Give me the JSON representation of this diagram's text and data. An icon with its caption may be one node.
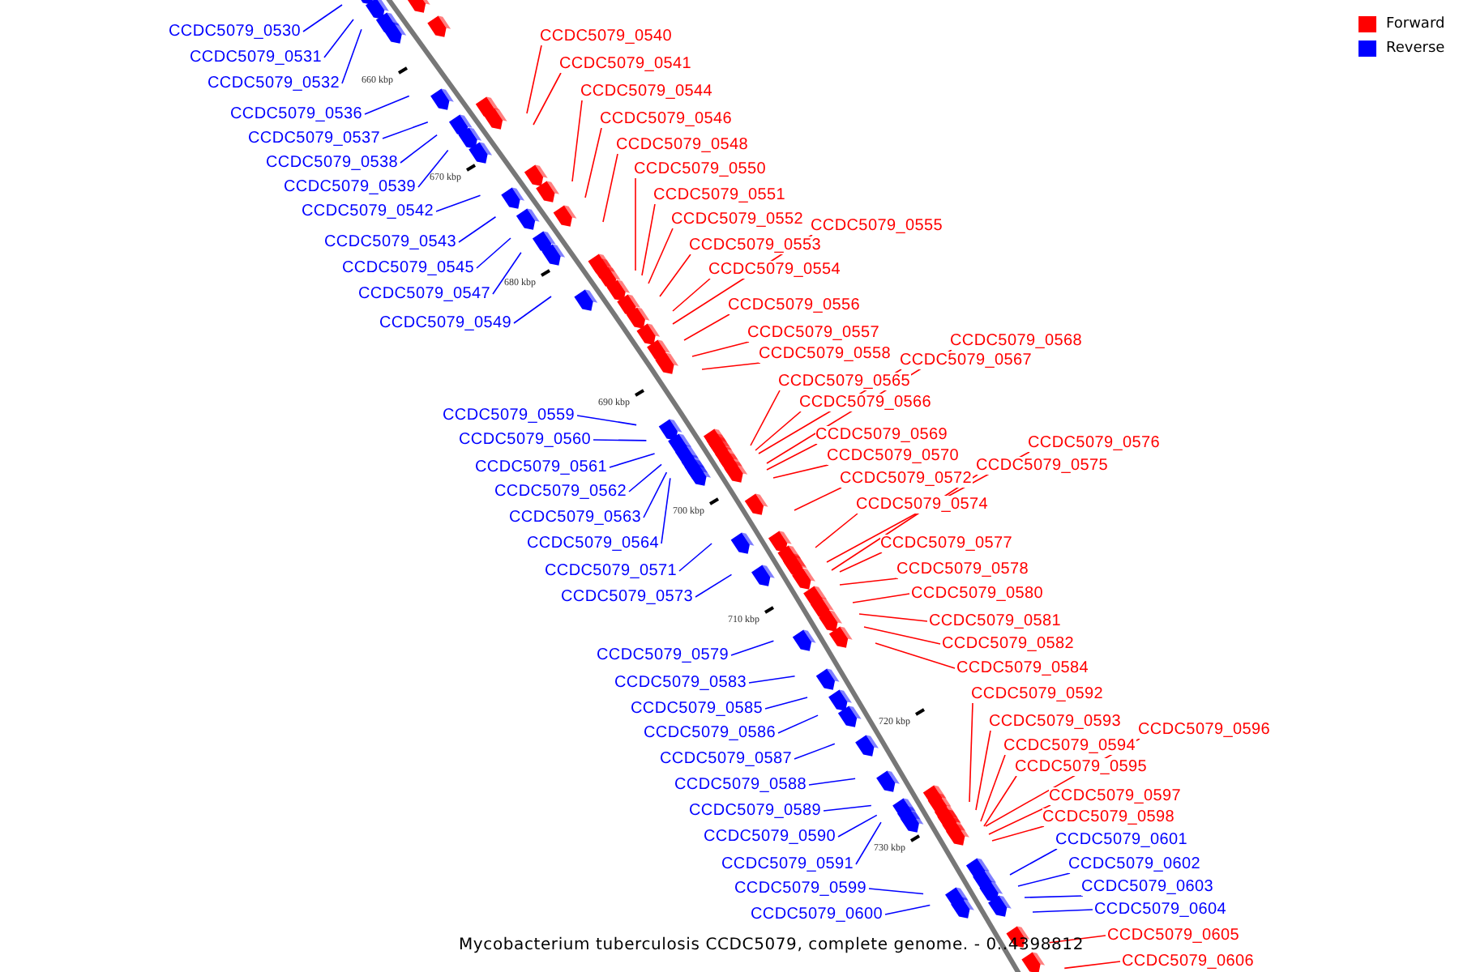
{
  "diagram": {
    "caption": "Mycobacterium tuberculosis CCDC5079, complete genome. - 0..4398812",
    "nodes": [
      {
        "text": [
          "CCDC5079_0530"
        ]
      },
      {
        "text": [
          "CCDC5079_0540"
        ]
      },
      {
        "text": [
          "CCDC5079_0531"
        ]
      },
      {
        "text": [
          "CCDC5079_0541"
        ]
      },
      {
        "text": [
          "CCDC5079_0532"
        ]
      },
      {
        "text": [
          "CCDC5079_0544"
        ]
      },
      {
        "text": [
          "CCDC5079_0536"
        ]
      },
      {
        "text": [
          "CCDC5079_0546"
        ]
      },
      {
        "text": [
          "CCDC5079_0537"
        ]
      },
      {
        "text": [
          "CCDC5079_0548"
        ]
      },
      {
        "text": [
          "CCDC5079_0538"
        ]
      },
      {
        "text": [
          "CCDC5079_0550"
        ]
      },
      {
        "text": [
          "CCDC5079_0539"
        ]
      },
      {
        "text": [
          "CCDC5079_0551"
        ]
      },
      {
        "text": [
          "CCDC5079_0542"
        ]
      },
      {
        "text": [
          "CCDC5079_0552"
        ]
      },
      {
        "text": [
          "CCDC5079_0555"
        ]
      },
      {
        "text": [
          "CCDC5079_0543"
        ]
      },
      {
        "text": [
          "CCDC5079_0553"
        ]
      },
      {
        "text": [
          "CCDC5079_0545"
        ]
      },
      {
        "text": [
          "CCDC5079_0554"
        ]
      },
      {
        "text": [
          "CCDC5079_0547"
        ]
      },
      {
        "text": [
          "CCDC5079_0556"
        ]
      },
      {
        "text": [
          "CCDC5079_0549"
        ]
      },
      {
        "text": [
          "CCDC5079_0557"
        ]
      },
      {
        "text": [
          "CCDC5079_0568"
        ]
      },
      {
        "text": [
          "CCDC5079_0558"
        ]
      },
      {
        "text": [
          "CCDC5079_0567"
        ]
      },
      {
        "text": [
          "CCDC5079_0565"
        ]
      },
      {
        "text": [
          "CCDC5079_0566"
        ]
      },
      {
        "text": [
          "CCDC5079_0559"
        ]
      },
      {
        "text": [
          "CCDC5079_0569"
        ]
      },
      {
        "text": [
          "CCDC5079_0560"
        ]
      },
      {
        "text": [
          "CCDC5079_0576"
        ]
      },
      {
        "text": [
          "CCDC5079_0570"
        ]
      },
      {
        "text": [
          "CCDC5079_0575"
        ]
      },
      {
        "text": [
          "CCDC5079_0561"
        ]
      },
      {
        "text": [
          "CCDC5079_0572"
        ]
      },
      {
        "text": [
          "CCDC5079_0562"
        ]
      },
      {
        "text": [
          "CCDC5079_0574"
        ]
      },
      {
        "text": [
          "CCDC5079_0563"
        ]
      },
      {
        "text": [
          "CCDC5079_0564"
        ]
      },
      {
        "text": [
          "CCDC5079_0577"
        ]
      },
      {
        "text": [
          "CCDC5079_0578"
        ]
      },
      {
        "text": [
          "CCDC5079_0571"
        ]
      },
      {
        "text": [
          "CCDC5079_0580"
        ]
      },
      {
        "text": [
          "CCDC5079_0573"
        ]
      },
      {
        "text": [
          "CCDC5079_0581"
        ]
      },
      {
        "text": [
          "CCDC5079_0582"
        ]
      },
      {
        "text": [
          "CCDC5079_0579"
        ]
      },
      {
        "text": [
          "CCDC5079_0584"
        ]
      },
      {
        "text": [
          "CCDC5079_0583"
        ]
      },
      {
        "text": [
          "CCDC5079_0592"
        ]
      },
      {
        "text": [
          "CCDC5079_0585"
        ]
      },
      {
        "text": [
          "CCDC5079_0593"
        ]
      },
      {
        "text": [
          "CCDC5079_0596"
        ]
      },
      {
        "text": [
          "CCDC5079_0586"
        ]
      },
      {
        "text": [
          "CCDC5079_0594"
        ]
      },
      {
        "text": [
          "CCDC5079_0587"
        ]
      },
      {
        "text": [
          "CCDC5079_0595"
        ]
      },
      {
        "text": [
          "CCDC5079_0588"
        ]
      },
      {
        "text": [
          "CCDC5079_0597"
        ]
      },
      {
        "text": [
          "CCDC5079_0589"
        ]
      },
      {
        "text": [
          "CCDC5079_0598"
        ]
      },
      {
        "text": [
          "CCDC5079_0590"
        ]
      },
      {
        "text": [
          "CCDC5079_0601"
        ]
      },
      {
        "text": [
          "CCDC5079_0591"
        ]
      },
      {
        "text": [
          "CCDC5079_0602"
        ]
      },
      {
        "text": [
          "CCDC5079_0603"
        ]
      },
      {
        "text": [
          "CCDC5079_0599"
        ]
      },
      {
        "text": [
          "CCDC5079_0604"
        ]
      },
      {
        "text": [
          "CCDC5079_0600"
        ]
      },
      {
        "text": [
          "CCDC5079_0605"
        ]
      },
      {
        "text": [
          "CCDC5079_0606"
        ]
      }
    ],
    "edges": [
      {
        "from": 0,
        "to": null,
        "arrow": "none",
        "color": "#0000ff"
      },
      {
        "from": 1,
        "to": null,
        "arrow": "none"
      },
      {
        "from": 2,
        "to": null,
        "arrow": "none",
        "color": "#0000ff"
      },
      {
        "from": 3,
        "to": null,
        "arrow": "none"
      },
      {
        "from": 4,
        "to": null,
        "arrow": "none",
        "color": "#0000ff"
      },
      {
        "from": 5,
        "to": null,
        "arrow": "none"
      },
      {
        "from": 6,
        "to": null,
        "arrow": "none",
        "color": "#0000ff"
      },
      {
        "from": 7,
        "to": null,
        "arrow": "none"
      },
      {
        "from": 8,
        "to": null,
        "arrow": "none",
        "color": "#0000ff"
      },
      {
        "from": 9,
        "to": null,
        "arrow": "none"
      },
      {
        "from": 10,
        "to": null,
        "arrow": "none",
        "color": "#0000ff"
      },
      {
        "from": 11,
        "to": null,
        "arrow": "none"
      },
      {
        "from": 12,
        "to": null,
        "arrow": "none",
        "color": "#0000ff"
      },
      {
        "from": 13,
        "to": null,
        "arrow": "none"
      },
      {
        "from": 14,
        "to": null,
        "arrow": "none",
        "color": "#0000ff"
      },
      {
        "from": 15,
        "to": null,
        "arrow": "none"
      },
      {
        "from": 16,
        "to": null,
        "arrow": "none"
      },
      {
        "from": 17,
        "to": null,
        "arrow": "none",
        "color": "#0000ff"
      },
      {
        "from": 18,
        "to": null,
        "arrow": "none"
      },
      {
        "from": 19,
        "to": null,
        "arrow": "none",
        "color": "#0000ff"
      },
      {
        "from": 20,
        "to": null,
        "arrow": "none"
      },
      {
        "from": 21,
        "to": null,
        "arrow": "none",
        "color": "#0000ff"
      },
      {
        "from": 22,
        "to": null,
        "arrow": "none"
      },
      {
        "from": 23,
        "to": null,
        "arrow": "none",
        "color": "#0000ff"
      },
      {
        "from": 24,
        "to": null,
        "arrow": "none"
      },
      {
        "from": 25,
        "to": null,
        "arrow": "none"
      },
      {
        "from": 26,
        "to": null,
        "arrow": "none"
      },
      {
        "from": 27,
        "to": null,
        "arrow": "none"
      },
      {
        "from": 28,
        "to": null,
        "arrow": "none"
      },
      {
        "from": 29,
        "to": null,
        "arrow": "none"
      },
      {
        "from": 30,
        "to": null,
        "arrow": "none",
        "color": "#0000ff"
      },
      {
        "from": 31,
        "to": null,
        "arrow": "none"
      },
      {
        "from": 32,
        "to": null,
        "arrow": "none",
        "color": "#0000ff"
      },
      {
        "from": 33,
        "to": null,
        "arrow": "none"
      },
      {
        "from": 34,
        "to": null,
        "arrow": "none"
      },
      {
        "from": 35,
        "to": null,
        "arrow": "none"
      },
      {
        "from": 36,
        "to": null,
        "arrow": "none",
        "color": "#0000ff"
      },
      {
        "from": 37,
        "to": null,
        "arrow": "none"
      },
      {
        "from": 38,
        "to": null,
        "arrow": "none",
        "color": "#0000ff"
      },
      {
        "from": 39,
        "to": null,
        "arrow": "none"
      },
      {
        "from": 40,
        "to": null,
        "arrow": "none",
        "color": "#0000ff"
      },
      {
        "from": 41,
        "to": null,
        "arrow": "none",
        "color": "#0000ff"
      },
      {
        "from": 42,
        "to": null,
        "arrow": "none"
      },
      {
        "from": 43,
        "to": null,
        "arrow": "none"
      },
      {
        "from": 44,
        "to": null,
        "arrow": "none",
        "color": "#0000ff"
      },
      {
        "from": 45,
        "to": null,
        "arrow": "none"
      },
      {
        "from": 46,
        "to": null,
        "arrow": "none",
        "color": "#0000ff"
      },
      {
        "from": 47,
        "to": null,
        "arrow": "none"
      },
      {
        "from": 48,
        "to": null,
        "arrow": "none"
      },
      {
        "from": 49,
        "to": null,
        "arrow": "none",
        "color": "#0000ff"
      },
      {
        "from": 50,
        "to": null,
        "arrow": "none"
      },
      {
        "from": 51,
        "to": null,
        "arrow": "none",
        "color": "#0000ff"
      },
      {
        "from": 52,
        "to": null,
        "arrow": "none"
      },
      {
        "from": 53,
        "to": null,
        "arrow": "none",
        "color": "#0000ff"
      },
      {
        "from": 54,
        "to": null,
        "arrow": "none"
      },
      {
        "from": 55,
        "to": null,
        "arrow": "none"
      },
      {
        "from": 56,
        "to": null,
        "arrow": "none",
        "color": "#0000ff"
      },
      {
        "from": 57,
        "to": null,
        "arrow": "none"
      },
      {
        "from": 58,
        "to": null,
        "arrow": "none",
        "color": "#0000ff"
      },
      {
        "from": 59,
        "to": null,
        "arrow": "none"
      },
      {
        "from": 60,
        "to": null,
        "arrow": "none",
        "color": "#0000ff"
      },
      {
        "from": 61,
        "to": null,
        "arrow": "none"
      },
      {
        "from": 62,
        "to": null,
        "arrow": "none",
        "color": "#0000ff"
      },
      {
        "from": 63,
        "to": null,
        "arrow": "none"
      },
      {
        "from": 64,
        "to": null,
        "arrow": "none",
        "color": "#0000ff"
      },
      {
        "from": 65,
        "to": null,
        "arrow": "none",
        "color": "#0000ff"
      },
      {
        "from": 66,
        "to": null,
        "arrow": "none",
        "color": "#0000ff"
      },
      {
        "from": 67,
        "to": null,
        "arrow": "none",
        "color": "#0000ff"
      },
      {
        "from": 68,
        "to": null,
        "arrow": "none",
        "color": "#0000ff"
      },
      {
        "from": 69,
        "to": null,
        "arrow": "none",
        "color": "#0000ff"
      },
      {
        "from": 70,
        "to": null,
        "arrow": "none",
        "color": "#0000ff"
      },
      {
        "from": 71,
        "to": null,
        "arrow": "none",
        "color": "#0000ff"
      },
      {
        "from": 72,
        "to": null,
        "arrow": "none"
      },
      {
        "from": 73,
        "to": null,
        "arrow": "none"
      }
    ],
    "labels": [
      "660 kbp",
      "670 kbp",
      "680 kbp",
      "690 kbp",
      "700 kbp",
      "710 kbp",
      "720 kbp",
      "730 kbp"
    ],
    "legend": [
      {
        "text": "Forward",
        "color": "#ff0000"
      },
      {
        "text": "Reverse",
        "color": "#0000ff"
      }
    ]
  }
}
